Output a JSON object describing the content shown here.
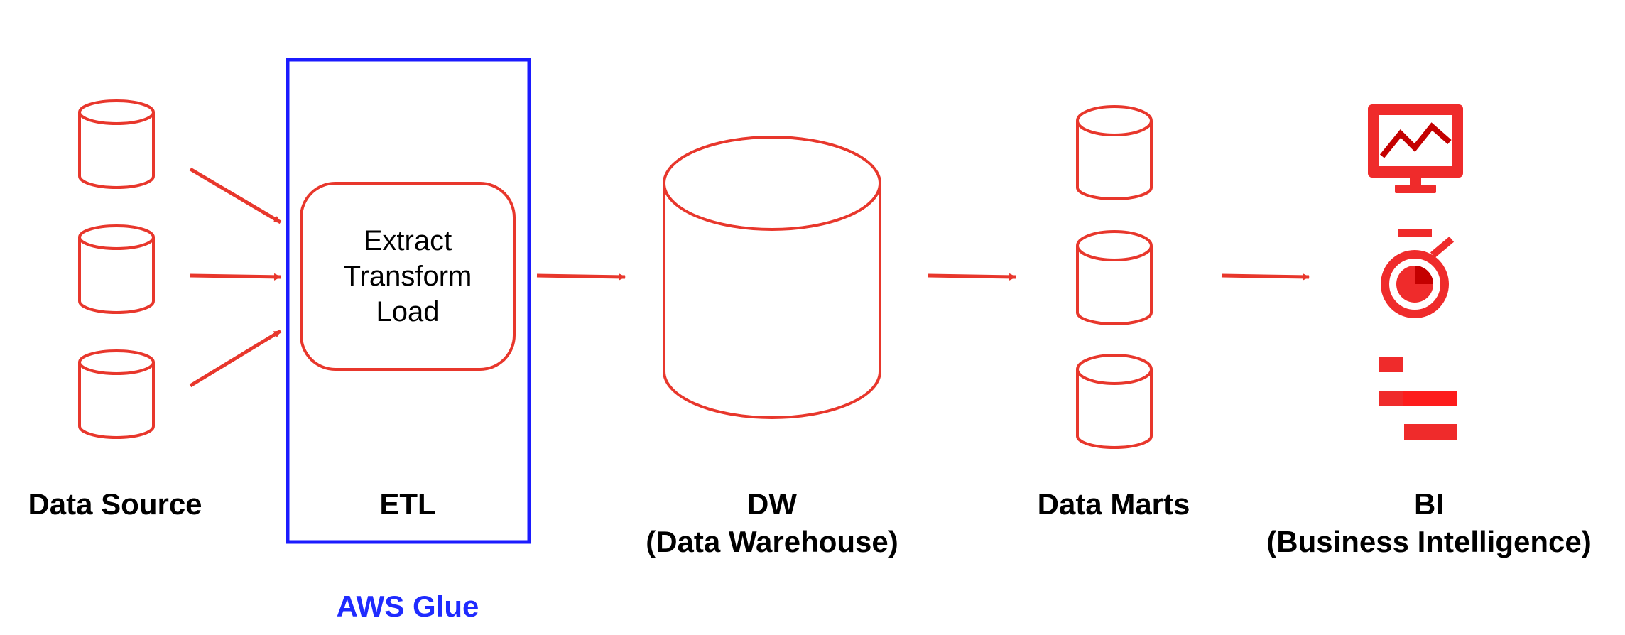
{
  "colors": {
    "accent": "#e8372c",
    "glue_box": "#1b1bff",
    "glue_text": "#1f2bff",
    "text": "#000000"
  },
  "stages": {
    "data_source": {
      "label": "Data Source"
    },
    "etl": {
      "label": "ETL",
      "process_lines": [
        "Extract",
        "Transform",
        "Load"
      ],
      "service": "AWS Glue"
    },
    "dw": {
      "label_line1": "DW",
      "label_line2": "(Data Warehouse)"
    },
    "data_marts": {
      "label": "Data Marts"
    },
    "bi": {
      "label_line1": "BI",
      "label_line2": "(Business Intelligence)",
      "icons": [
        "monitor-chart-icon",
        "stopwatch-icon",
        "bar-list-icon"
      ]
    }
  }
}
